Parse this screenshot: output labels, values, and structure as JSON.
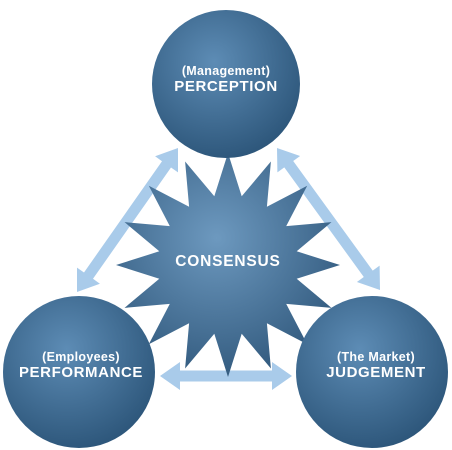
{
  "colors": {
    "circle_light": "#5d8cb5",
    "circle_dark": "#2b5478",
    "star_light": "#6d99bf",
    "star_dark": "#31597d",
    "arrow": "#a9cbea",
    "text": "#ffffff"
  },
  "center": {
    "label": "CONSENSUS"
  },
  "nodes": {
    "perception": {
      "sub": "(Management)",
      "main": "PERCEPTION"
    },
    "performance": {
      "sub": "(Employees)",
      "main": "PERFORMANCE"
    },
    "judgement": {
      "sub": "(The Market)",
      "main": "JUDGEMENT"
    }
  },
  "arrows": [
    {
      "from": "perception",
      "to": "performance",
      "direction": "both"
    },
    {
      "from": "perception",
      "to": "judgement",
      "direction": "both"
    },
    {
      "from": "performance",
      "to": "judgement",
      "direction": "both"
    }
  ]
}
